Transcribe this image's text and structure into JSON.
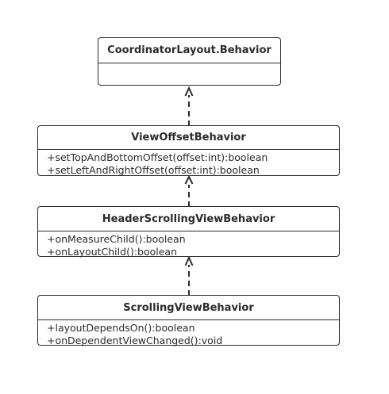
{
  "diagram": {
    "classes": [
      {
        "name": "CoordinatorLayout.Behavior",
        "members": []
      },
      {
        "name": "ViewOffsetBehavior",
        "members": [
          "+setTopAndBottomOffset(offset:int):boolean",
          "+setLeftAndRightOffset(offset:int):boolean"
        ]
      },
      {
        "name": "HeaderScrollingViewBehavior",
        "members": [
          "+onMeasureChild():boolean",
          "+onLayoutChild():boolean"
        ]
      },
      {
        "name": "ScrollingViewBehavior",
        "members": [
          "+layoutDependsOn():boolean",
          "+onDependentViewChanged():void"
        ]
      }
    ],
    "relations": [
      {
        "from": "ViewOffsetBehavior",
        "to": "CoordinatorLayout.Behavior",
        "type": "realization"
      },
      {
        "from": "HeaderScrollingViewBehavior",
        "to": "ViewOffsetBehavior",
        "type": "realization"
      },
      {
        "from": "ScrollingViewBehavior",
        "to": "HeaderScrollingViewBehavior",
        "type": "realization"
      }
    ],
    "colors": {
      "stroke": "#2b2b2b",
      "background": "#ffffff"
    }
  }
}
